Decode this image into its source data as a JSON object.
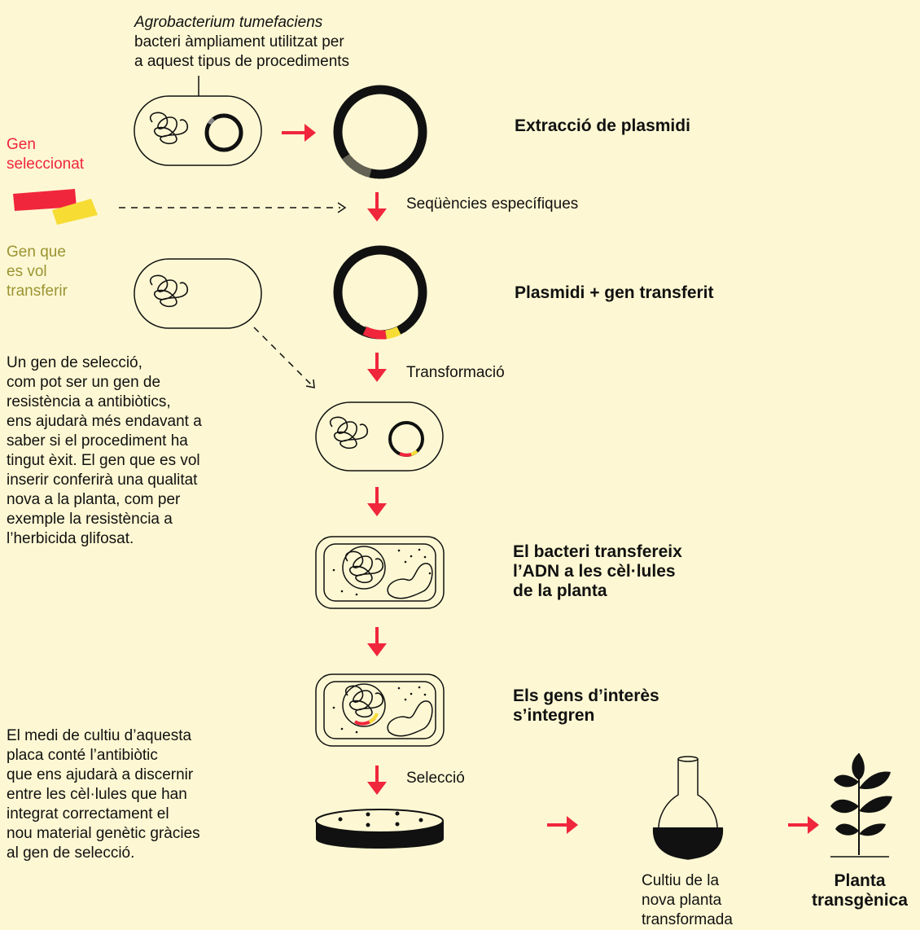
{
  "organism_name": "Agrobacterium tumefaciens",
  "organism_note": "bacteri àmpliament utilitzat per\na aquest tipus de procediments",
  "gen_seleccionat": "Gen\nseleccionat",
  "gen_transferir": "Gen que\nes vol\ntransferir",
  "note_seleccio": "Un gen de selecció,\ncom pot ser un gen de\nresistència a antibiòtics,\nens ajudarà més endavant a\nsaber si el procediment ha\ntingut èxit. El gen que es vol\ninserir conferirà una qualitat\nnova a la planta, com per\nexemple la resistència a\nl’herbicida glifosat.",
  "note_medi": "El medi de cultiu d’aquesta\nplaca conté l’antibiòtic\nque ens ajudarà a discernir\nentre les cèl·lules que han\nintegrat correctament el\nnou material genètic gràcies\nal gen de selecció.",
  "steps": {
    "extraccio": "Extracció de plasmidi",
    "sequencies": "Seqüències específiques",
    "plasmidi_gen": "Plasmidi + gen transferit",
    "transformacio": "Transformació",
    "transfereix": "El bacteri transfereix\nl’ADN a les cèl·lules\nde la planta",
    "integren": "Els gens d’interès\ns’integren",
    "seleccio": "Selecció",
    "cultiu": "Cultiu de la\nnova planta\ntransformada",
    "planta": "Planta\ntransgènica"
  },
  "colors": {
    "background": "#fdf8d3",
    "red": "#f0263c",
    "yellow": "#f7dc34",
    "olive": "#9b9433",
    "ink": "#111111"
  }
}
